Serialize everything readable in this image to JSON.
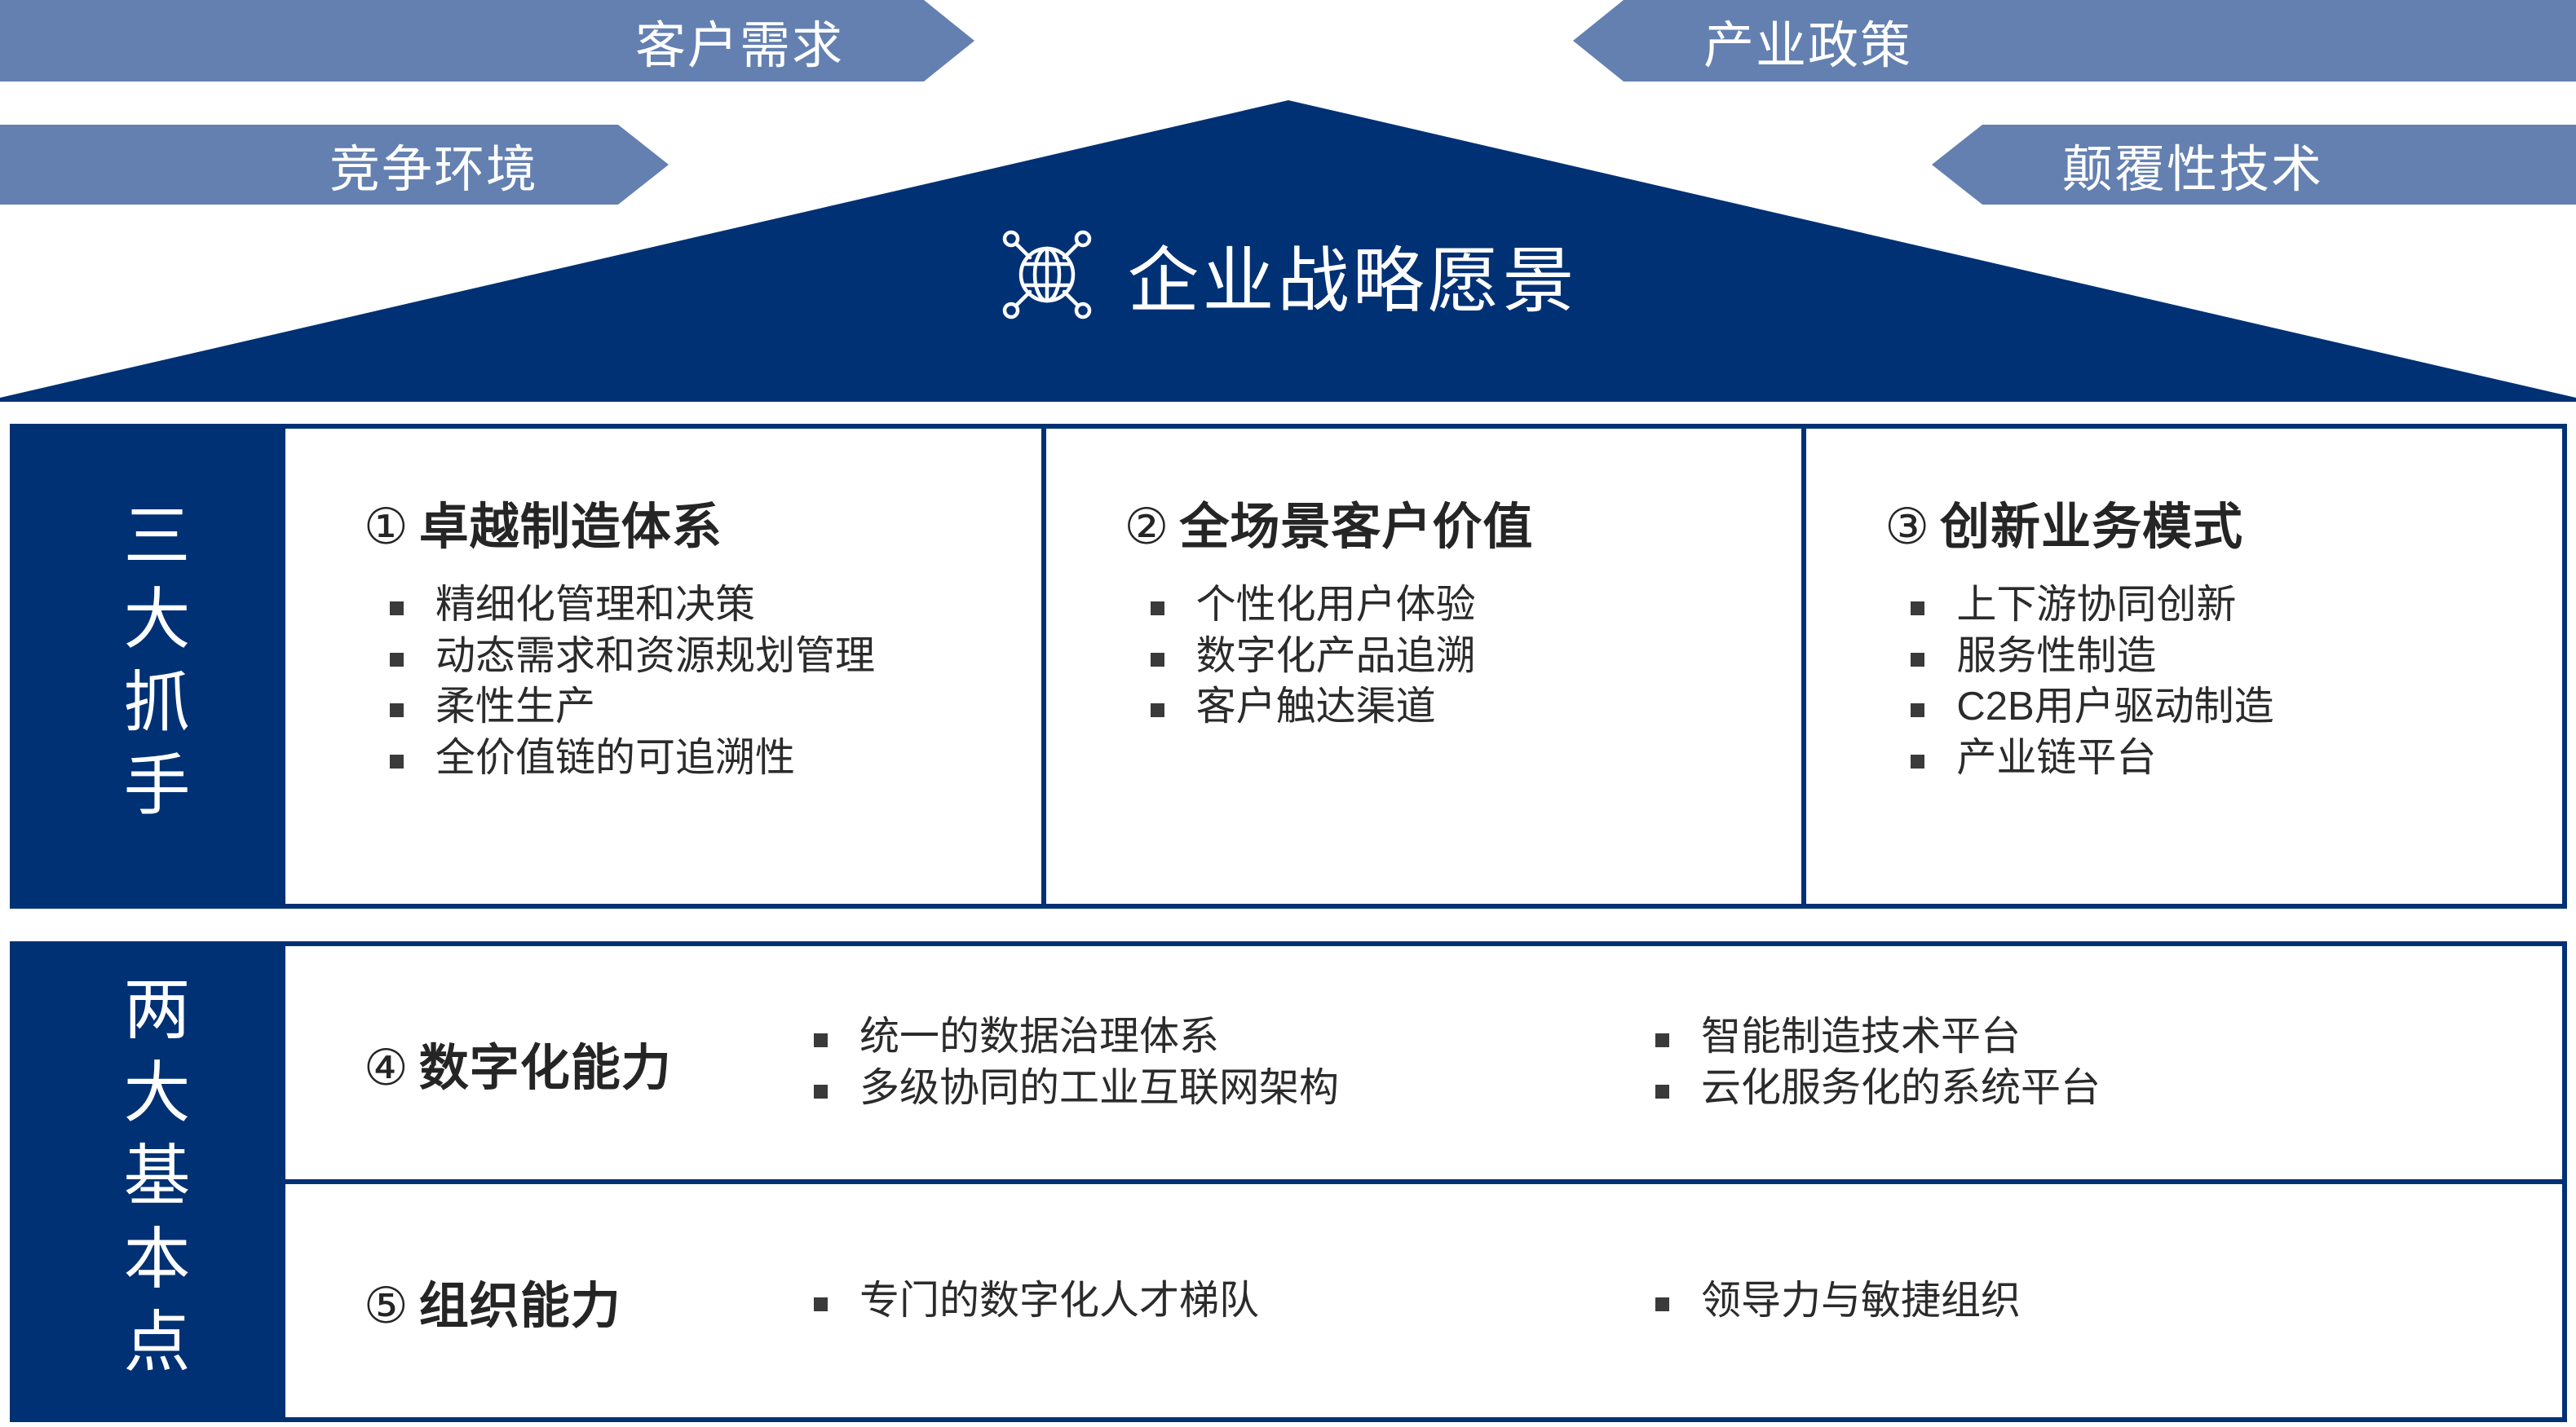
{
  "colors": {
    "navy": "#003174",
    "steel_blue": "#6380b0",
    "text": "#2b2b2b",
    "white": "#ffffff"
  },
  "drivers": {
    "customer_demand": "客户需求",
    "competitive_environment": "竞争环境",
    "industry_policy": "产业政策",
    "disruptive_technology": "颠覆性技术"
  },
  "roof": {
    "title": "企业战略愿景",
    "icon": "globe-network-icon"
  },
  "pillars": {
    "label": "三大抓手",
    "columns": [
      {
        "number": "①",
        "title": "卓越制造体系",
        "bullets": [
          "精细化管理和决策",
          "动态需求和资源规划管理",
          "柔性生产",
          "全价值链的可追溯性"
        ]
      },
      {
        "number": "②",
        "title": "全场景客户价值",
        "bullets": [
          "个性化用户体验",
          "数字化产品追溯",
          "客户触达渠道"
        ]
      },
      {
        "number": "③",
        "title": "创新业务模式",
        "bullets": [
          "上下游协同创新",
          "服务性制造",
          "C2B用户驱动制造",
          "产业链平台"
        ]
      }
    ]
  },
  "foundation": {
    "label": "两大基本点",
    "rows": [
      {
        "number": "④",
        "title": "数字化能力",
        "group_left": [
          "统一的数据治理体系",
          "多级协同的工业互联网架构"
        ],
        "group_right": [
          "智能制造技术平台",
          "云化服务化的系统平台"
        ]
      },
      {
        "number": "⑤",
        "title": "组织能力",
        "group_left": [
          "专门的数字化人才梯队"
        ],
        "group_right": [
          "领导力与敏捷组织"
        ]
      }
    ]
  }
}
